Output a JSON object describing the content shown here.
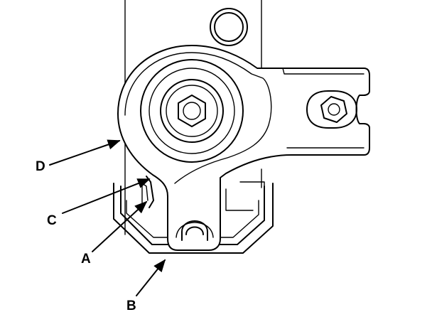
{
  "callouts": {
    "a": "A",
    "b": "B",
    "c": "C",
    "d": "D"
  },
  "colors": {
    "ink": "#000000",
    "paper": "#ffffff"
  }
}
